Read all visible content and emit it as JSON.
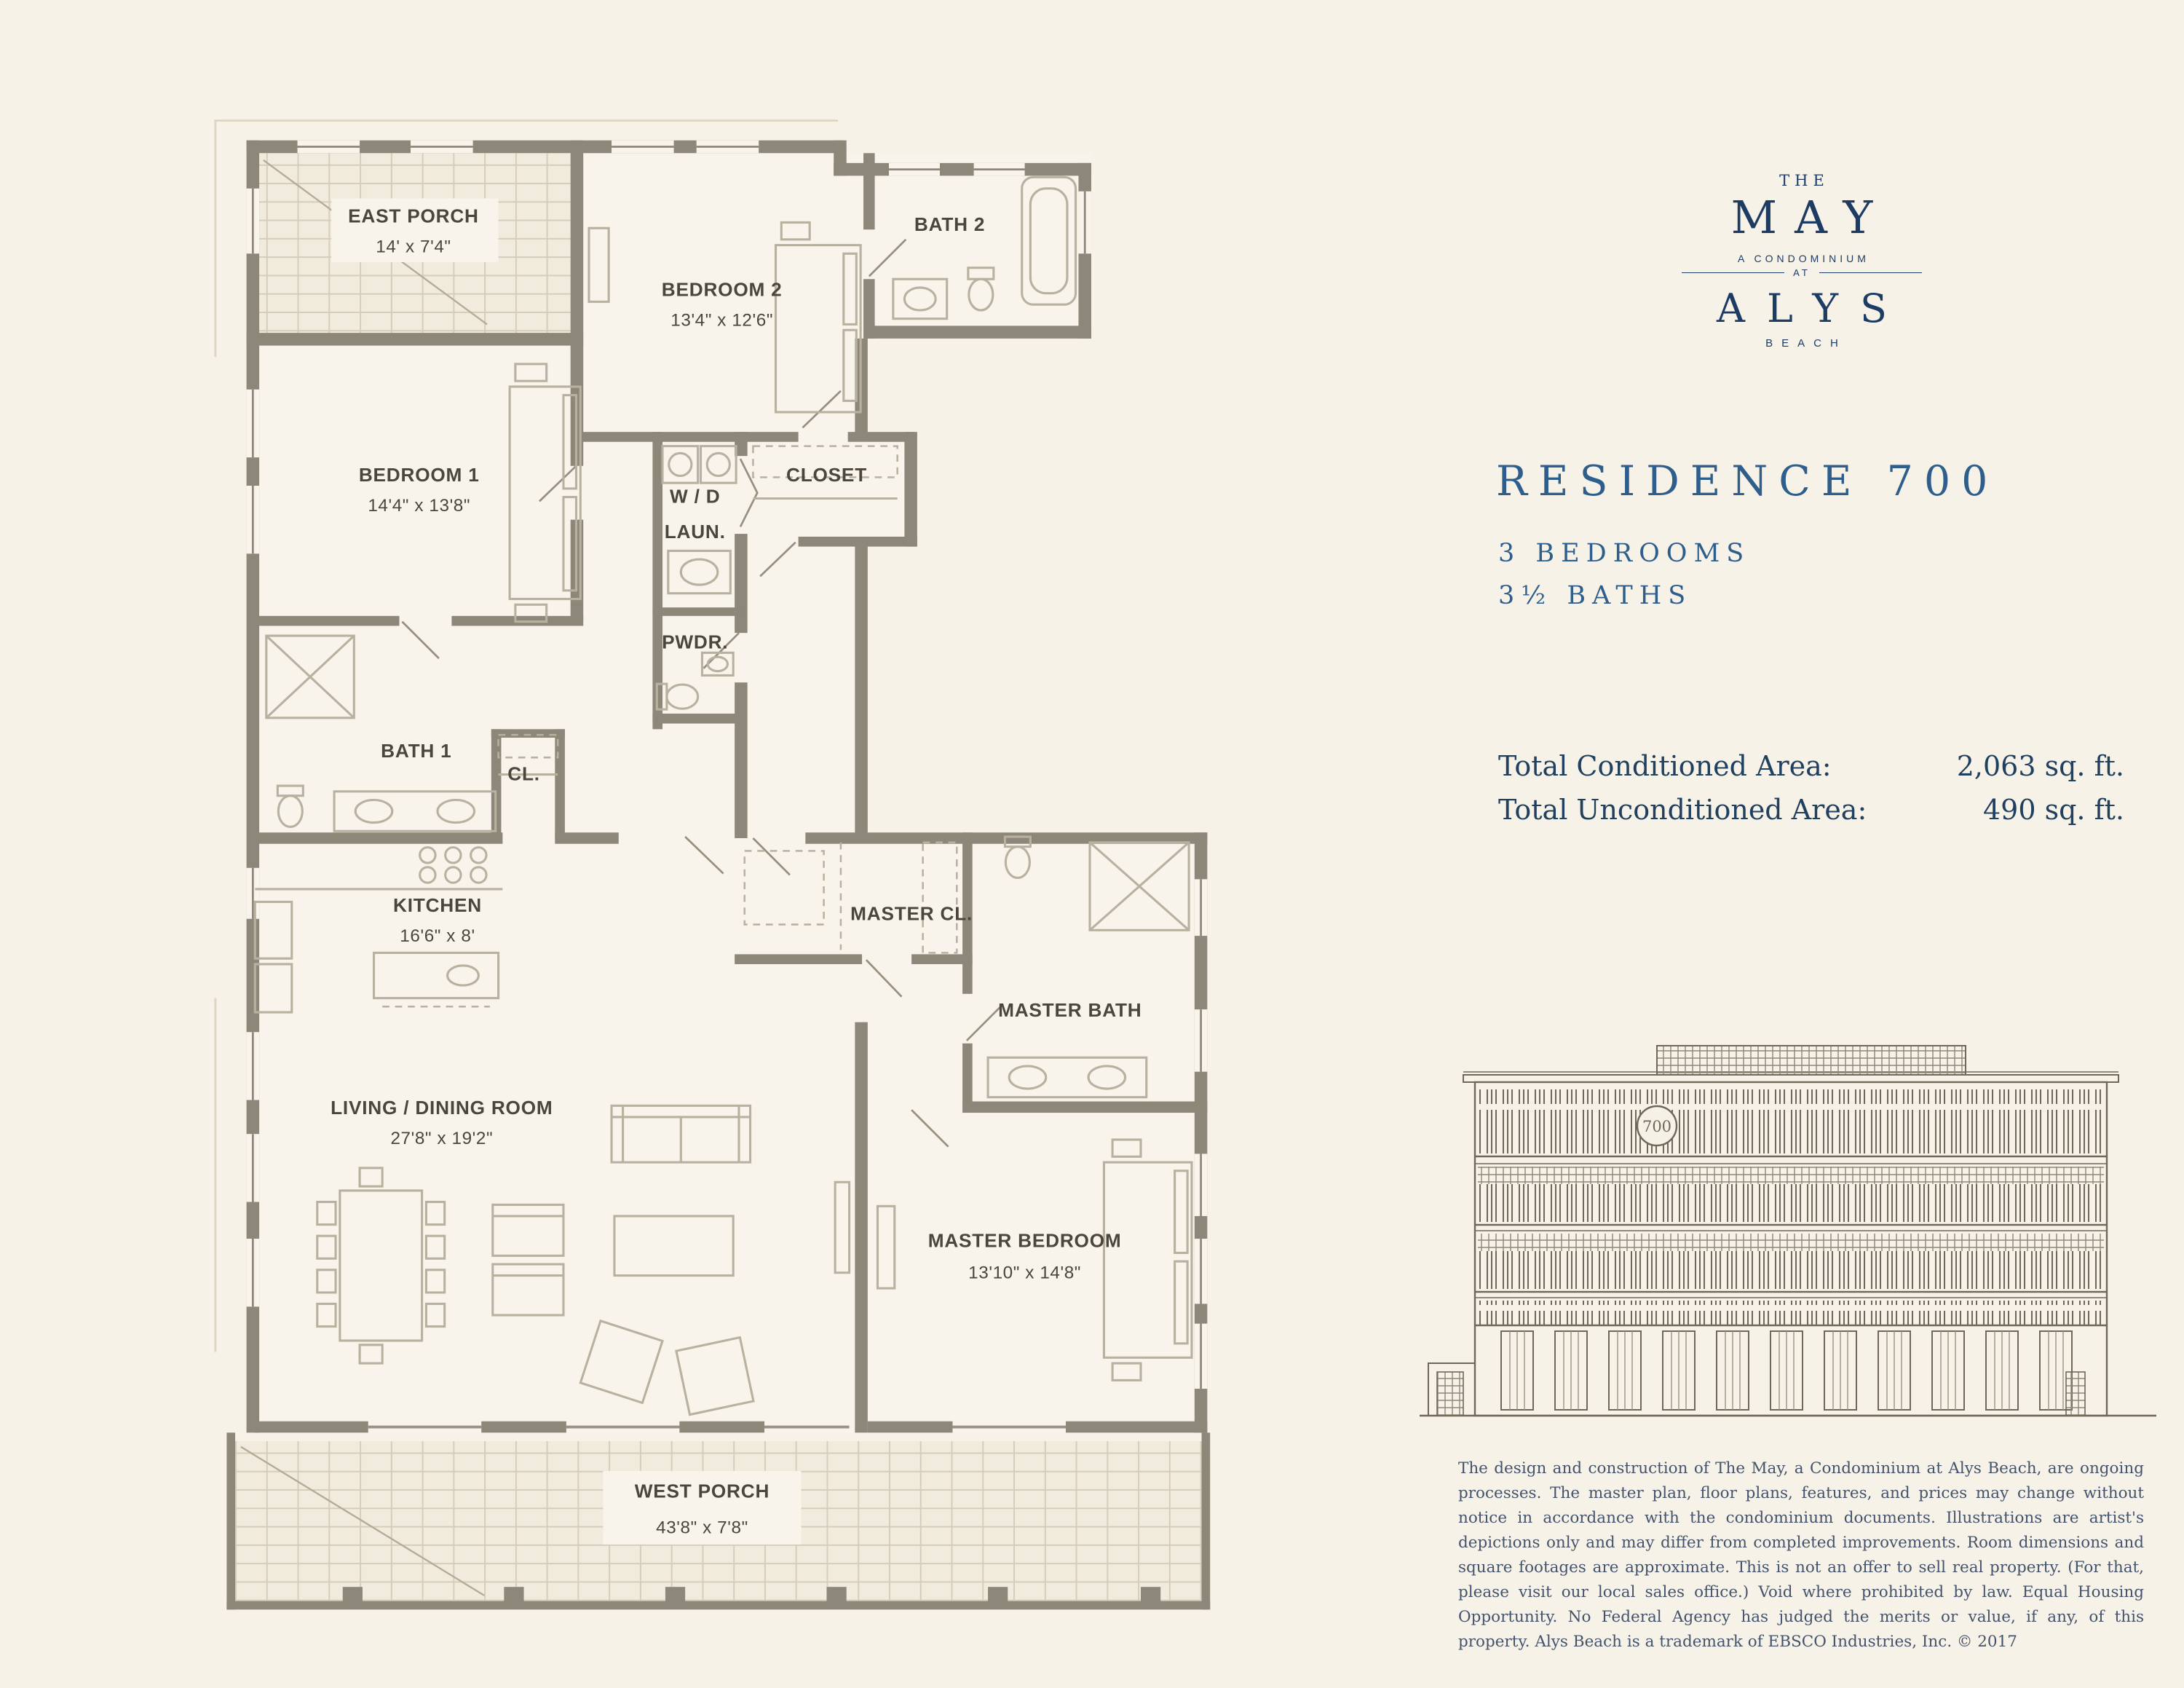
{
  "logo": {
    "the": "THE",
    "may": "MAY",
    "condominium": "A CONDOMINIUM",
    "at": "AT",
    "alys": "ALYS",
    "beach": "BEACH"
  },
  "residence": {
    "title": "RESIDENCE 700",
    "bedrooms": "3 BEDROOMS",
    "baths": "3½ BATHS"
  },
  "areas": {
    "rows": [
      {
        "label": "Total Conditioned Area:",
        "value": "2,063 sq. ft."
      },
      {
        "label": "Total Unconditioned Area:",
        "value": "490 sq. ft."
      }
    ]
  },
  "elevation": {
    "unit": "700"
  },
  "floorplan": {
    "east_porch": {
      "label": "EAST PORCH",
      "dims": "14' x 7'4\""
    },
    "bath2": {
      "label": "BATH 2"
    },
    "bedroom2": {
      "label": "BEDROOM 2",
      "dims": "13'4\" x 12'6\""
    },
    "bedroom1": {
      "label": "BEDROOM 1",
      "dims": "14'4\" x 13'8\""
    },
    "wd": {
      "label": "W / D"
    },
    "laun": {
      "label": "LAUN."
    },
    "closet": {
      "label": "CLOSET"
    },
    "pwdr": {
      "label": "PWDR."
    },
    "bath1": {
      "label": "BATH 1"
    },
    "cl": {
      "label": "CL."
    },
    "kitchen": {
      "label": "KITCHEN",
      "dims": "16'6\" x 8'"
    },
    "master_cl": {
      "label": "MASTER CL."
    },
    "master_bath": {
      "label": "MASTER BATH"
    },
    "living": {
      "label": "LIVING / DINING ROOM",
      "dims": "27'8\" x 19'2\""
    },
    "master_bedroom": {
      "label": "MASTER BEDROOM",
      "dims": "13'10\" x 14'8\""
    },
    "west_porch": {
      "label": "WEST PORCH",
      "dims": "43'8\" x 7'8\""
    }
  },
  "disclaimer": "The design and construction of The May, a Condominium at Alys Beach, are ongoing processes. The master plan, floor plans, features, and prices may change without notice in accordance with the condominium documents. Illustrations are artist's depictions only and may differ from completed improvements. Room dimensions and square footages are approximate. This is not an offer to sell real property. (For that, please visit our local sales office.) Void where prohibited by law. Equal Housing Opportunity. No Federal Agency has judged the merits or value, if any, of this property. Alys Beach is a trademark of EBSCO Industries, Inc. © 2017"
}
